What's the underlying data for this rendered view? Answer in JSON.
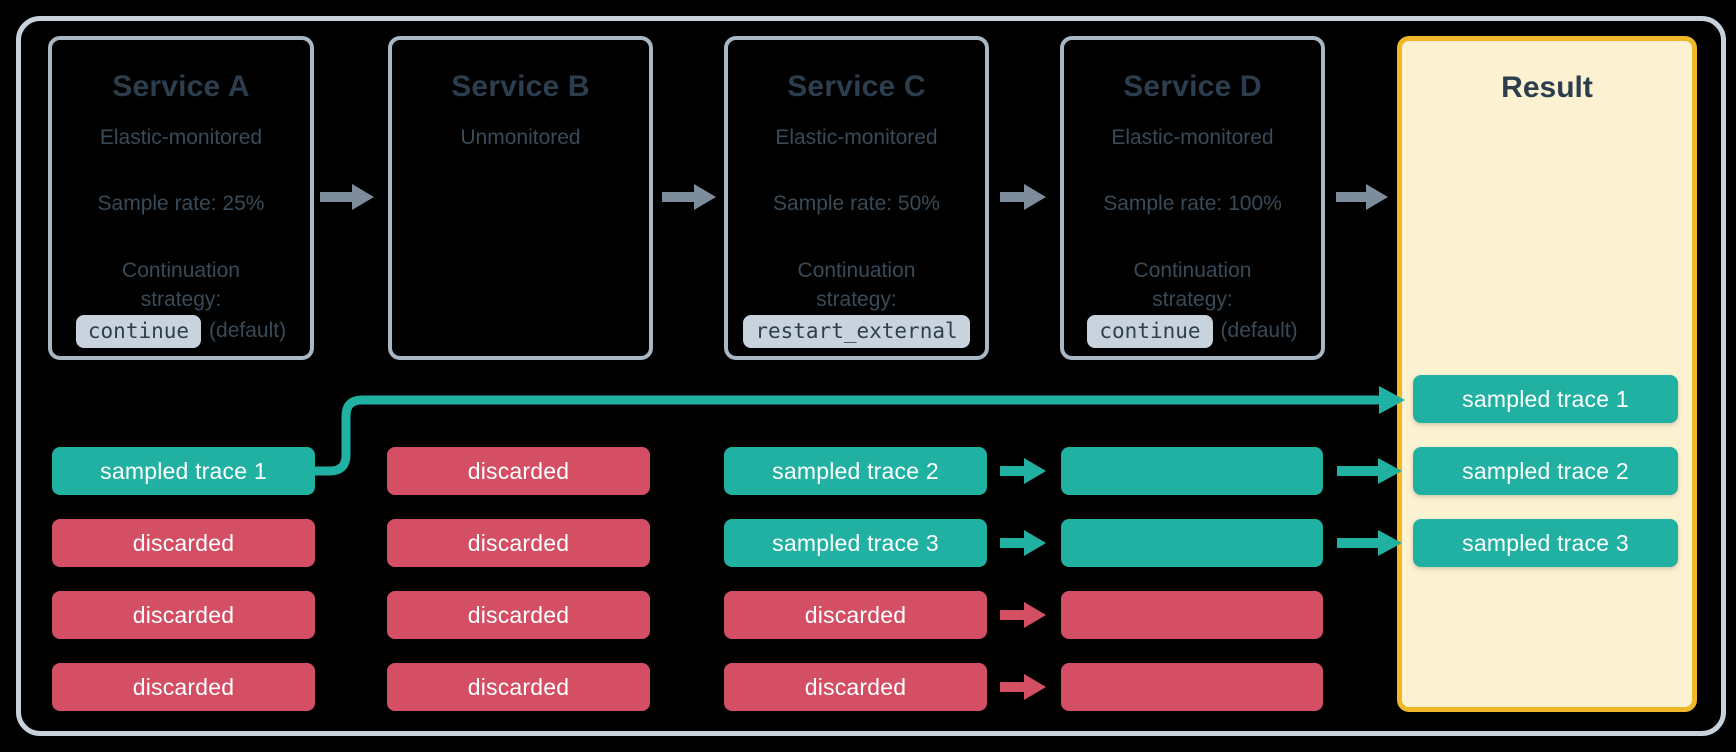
{
  "colors": {
    "background": "#000000",
    "frame_border": "#c9d2da",
    "service_border": "#a9b6c3",
    "title_text": "#2c3d4d",
    "body_text": "#3a4a57",
    "code_chip_bg": "#c9d3dd",
    "sampled_teal": "#20b1a2",
    "discarded_red": "#d44f63",
    "result_bg": "#fcf2d2",
    "result_border": "#f0b829",
    "flow_arrow_gray": "#7d8d9b"
  },
  "services": [
    {
      "title": "Service A",
      "monitoring": "Elastic-monitored",
      "sample_rate": "Sample rate: 25%",
      "continuation_label": "Continuation\nstrategy:",
      "strategy_code": "continue",
      "strategy_suffix": "(default)"
    },
    {
      "title": "Service B",
      "monitoring": "Unmonitored"
    },
    {
      "title": "Service C",
      "monitoring": "Elastic-monitored",
      "sample_rate": "Sample rate: 50%",
      "continuation_label": "Continuation\nstrategy:",
      "strategy_code": "restart_external"
    },
    {
      "title": "Service D",
      "monitoring": "Elastic-monitored",
      "sample_rate": "Sample rate: 100%",
      "continuation_label": "Continuation\nstrategy:",
      "strategy_code": "continue",
      "strategy_suffix": "(default)"
    }
  ],
  "columns": [
    {
      "service": "Service A",
      "traces": [
        {
          "label": "sampled trace 1",
          "status": "sampled"
        },
        {
          "label": "discarded",
          "status": "discarded"
        },
        {
          "label": "discarded",
          "status": "discarded"
        },
        {
          "label": "discarded",
          "status": "discarded"
        }
      ]
    },
    {
      "service": "Service B",
      "traces": [
        {
          "label": "discarded",
          "status": "discarded"
        },
        {
          "label": "discarded",
          "status": "discarded"
        },
        {
          "label": "discarded",
          "status": "discarded"
        },
        {
          "label": "discarded",
          "status": "discarded"
        }
      ]
    },
    {
      "service": "Service C",
      "traces": [
        {
          "label": "sampled trace 2",
          "status": "sampled"
        },
        {
          "label": "sampled trace 3",
          "status": "sampled"
        },
        {
          "label": "discarded",
          "status": "discarded"
        },
        {
          "label": "discarded",
          "status": "discarded"
        }
      ]
    },
    {
      "service": "Service D",
      "traces": [
        {
          "label": "",
          "status": "sampled"
        },
        {
          "label": "",
          "status": "sampled"
        },
        {
          "label": "",
          "status": "discarded"
        },
        {
          "label": "",
          "status": "discarded"
        }
      ]
    }
  ],
  "result": {
    "title": "Result",
    "pills": [
      {
        "label": "sampled trace 1"
      },
      {
        "label": "sampled trace 2"
      },
      {
        "label": "sampled trace 3"
      }
    ]
  },
  "flows": {
    "service_chain": [
      "Service A → Service B",
      "Service B → Service C",
      "Service C → Service D",
      "Service D → Result"
    ],
    "trace_flows": [
      "Service A sampled trace 1 → Result sampled trace 1",
      "Service C sampled trace 2 → Service D → Result sampled trace 2",
      "Service C sampled trace 3 → Service D → Result sampled trace 3",
      "Service C discarded → Service D discarded",
      "Service C discarded → Service D discarded"
    ]
  }
}
